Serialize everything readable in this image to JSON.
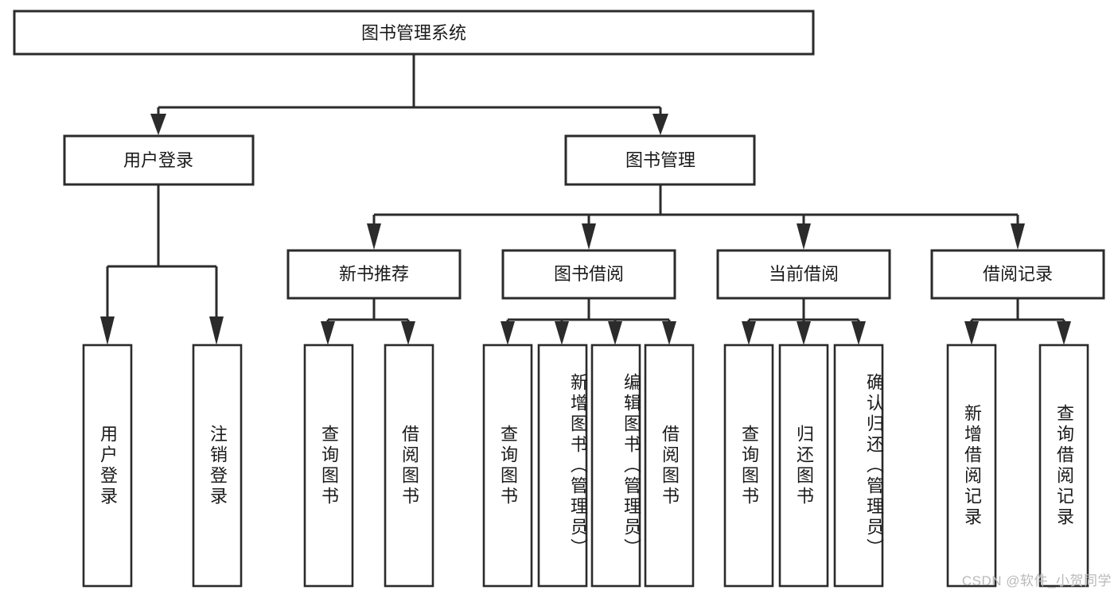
{
  "diagram": {
    "title": "图书管理系统",
    "type": "tree",
    "orientation": "top-down",
    "colors": {
      "box_fill": "#ffffff",
      "box_stroke": "#2b2b2b",
      "connector": "#2b2b2b",
      "text": "#1a1a1a",
      "watermark": "#b9b9b9",
      "background": "#ffffff"
    },
    "root": {
      "label": "图书管理系统",
      "orientation": "horizontal"
    },
    "level2": [
      {
        "label": "用户登录",
        "orientation": "horizontal"
      },
      {
        "label": "图书管理",
        "orientation": "horizontal"
      }
    ],
    "level3": [
      {
        "label": "新书推荐",
        "orientation": "horizontal"
      },
      {
        "label": "图书借阅",
        "orientation": "horizontal"
      },
      {
        "label": "当前借阅",
        "orientation": "horizontal"
      },
      {
        "label": "借阅记录",
        "orientation": "horizontal"
      }
    ],
    "leaves": [
      {
        "label": "用户登录",
        "parent": "用户登录",
        "orientation": "vertical"
      },
      {
        "label": "注销登录",
        "parent": "用户登录",
        "orientation": "vertical"
      },
      {
        "label": "查询图书",
        "parent": "新书推荐",
        "orientation": "vertical"
      },
      {
        "label": "借阅图书",
        "parent": "新书推荐",
        "orientation": "vertical"
      },
      {
        "label": "查询图书",
        "parent": "图书借阅",
        "orientation": "vertical"
      },
      {
        "label": "新增图书（管理员）",
        "parent": "图书借阅",
        "orientation": "vertical"
      },
      {
        "label": "编辑图书（管理员）",
        "parent": "图书借阅",
        "orientation": "vertical"
      },
      {
        "label": "借阅图书",
        "parent": "图书借阅",
        "orientation": "vertical"
      },
      {
        "label": "查询图书",
        "parent": "当前借阅",
        "orientation": "vertical"
      },
      {
        "label": "归还图书",
        "parent": "当前借阅",
        "orientation": "vertical"
      },
      {
        "label": "确认归还（管理员）",
        "parent": "当前借阅",
        "orientation": "vertical"
      },
      {
        "label": "新增借阅记录",
        "parent": "借阅记录",
        "orientation": "vertical"
      },
      {
        "label": "查询借阅记录",
        "parent": "借阅记录",
        "orientation": "vertical"
      }
    ],
    "watermark": "CSDN @软件_小贺同学"
  }
}
